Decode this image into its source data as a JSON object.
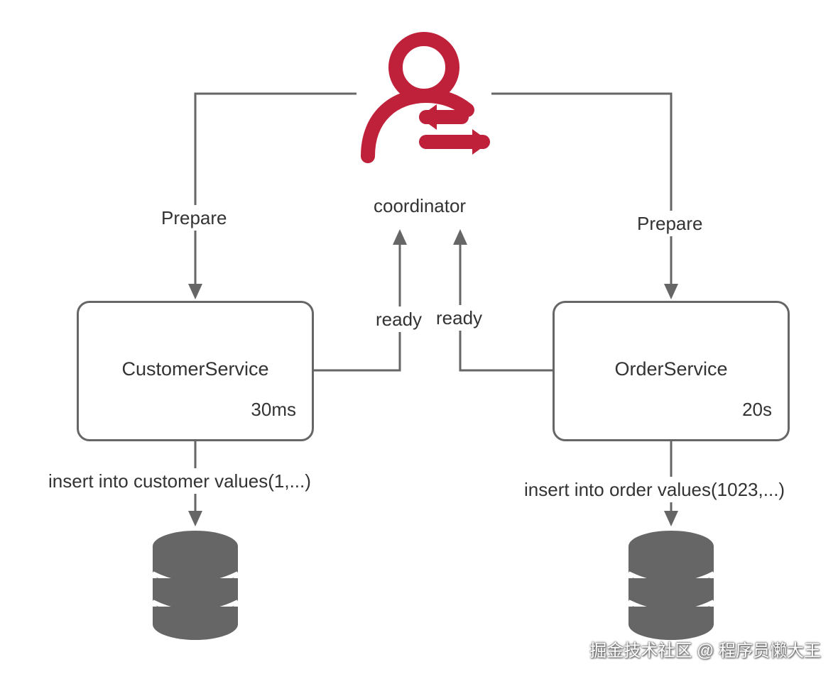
{
  "colors": {
    "accent": "#c0213a",
    "stroke": "#666666",
    "text": "#333333",
    "db": "#666666"
  },
  "coordinator": {
    "icon": "user-exchange-icon",
    "label": "coordinator"
  },
  "edges": {
    "prepare_left": "Prepare",
    "prepare_right": "Prepare",
    "ready_left": "ready",
    "ready_right": "ready",
    "insert_left": "insert into customer values(1,...)",
    "insert_right": "insert into order values(1023,...)"
  },
  "services": {
    "customer": {
      "name": "CustomerService",
      "time": "30ms"
    },
    "order": {
      "name": "OrderService",
      "time": "20s"
    }
  },
  "databases": [
    {
      "icon": "database-icon"
    },
    {
      "icon": "database-icon"
    }
  ],
  "watermark": "掘金技术社区 @ 程序员懒大王"
}
